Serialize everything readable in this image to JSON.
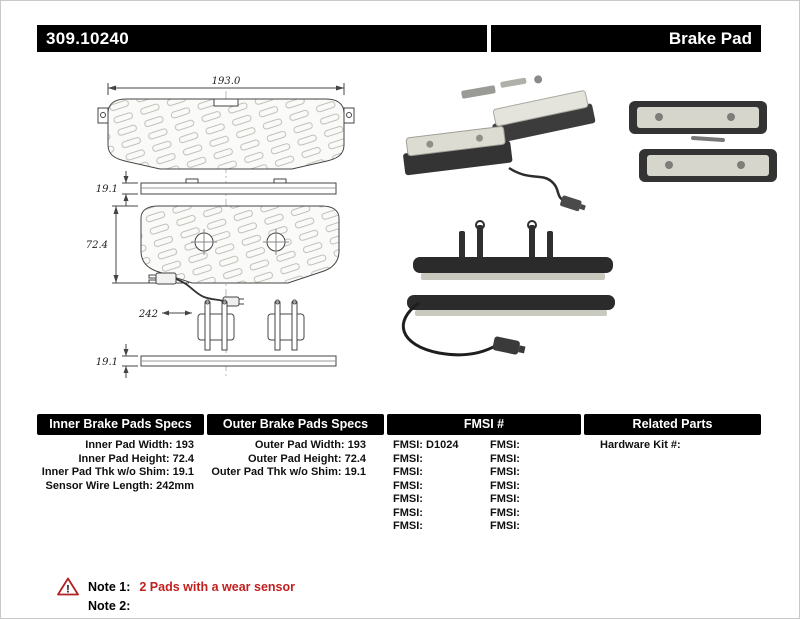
{
  "header": {
    "part_number": "309.10240",
    "product_type": "Brake Pad"
  },
  "drawing": {
    "dim_width": "193.0",
    "dim_thickness_top": "19.1",
    "dim_height": "72.4",
    "dim_sensor_wire": "242",
    "dim_thickness_bottom": "19.1"
  },
  "specs": {
    "inner": {
      "header": "Inner Brake Pads Specs",
      "rows": [
        {
          "label": "Inner Pad Width:",
          "value": "193"
        },
        {
          "label": "Inner Pad Height:",
          "value": "72.4"
        },
        {
          "label": "Inner Pad Thk w/o Shim:",
          "value": "19.1"
        },
        {
          "label": "Sensor Wire Length:",
          "value": "242mm"
        }
      ]
    },
    "outer": {
      "header": "Outer Brake Pads Specs",
      "rows": [
        {
          "label": "Outer Pad Width:",
          "value": "193"
        },
        {
          "label": "Outer Pad Height:",
          "value": "72.4"
        },
        {
          "label": "Outer Pad Thk w/o Shim:",
          "value": "19.1"
        }
      ]
    },
    "fmsi": {
      "header": "FMSI #",
      "col1": [
        {
          "label": "FMSI:",
          "value": "D1024"
        },
        {
          "label": "FMSI:",
          "value": ""
        },
        {
          "label": "FMSI:",
          "value": ""
        },
        {
          "label": "FMSI:",
          "value": ""
        },
        {
          "label": "FMSI:",
          "value": ""
        },
        {
          "label": "FMSI:",
          "value": ""
        },
        {
          "label": "FMSI:",
          "value": ""
        }
      ],
      "col2": [
        {
          "label": "FMSI:",
          "value": ""
        },
        {
          "label": "FMSI:",
          "value": ""
        },
        {
          "label": "FMSI:",
          "value": ""
        },
        {
          "label": "FMSI:",
          "value": ""
        },
        {
          "label": "FMSI:",
          "value": ""
        },
        {
          "label": "FMSI:",
          "value": ""
        },
        {
          "label": "FMSI:",
          "value": ""
        }
      ]
    },
    "related": {
      "header": "Related Parts",
      "rows": [
        {
          "label": "Hardware Kit #:",
          "value": ""
        }
      ]
    }
  },
  "notes": {
    "note1": {
      "label": "Note 1:",
      "text": "2 Pads with a wear sensor"
    },
    "note2": {
      "label": "Note 2:",
      "text": ""
    }
  },
  "colors": {
    "note_red": "#c21f1f",
    "bar_black": "#000000"
  }
}
